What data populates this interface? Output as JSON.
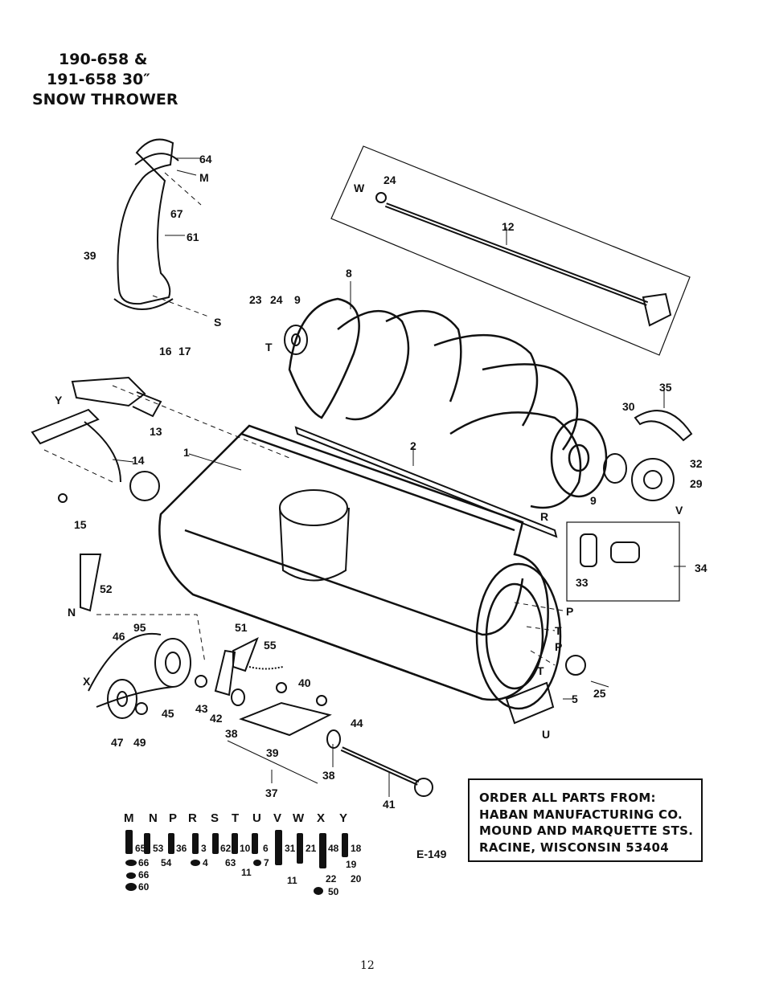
{
  "title": {
    "line1": "190-658 &",
    "line2": "191-658 30″",
    "line3": "SNOW THROWER"
  },
  "order_box": {
    "line1": "ORDER ALL PARTS FROM:",
    "line2": "HABAN MANUFACTURING CO.",
    "line3": "MOUND AND MARQUETTE STS.",
    "line4": "RACINE, WISCONSIN 53404"
  },
  "drawing_code": "E-149",
  "page_number": "12",
  "hardware_letters": [
    "M",
    "N",
    "P",
    "R",
    "S",
    "T",
    "U",
    "V",
    "W",
    "X",
    "Y"
  ],
  "part_labels": {
    "p64": "64",
    "pM1": "M",
    "p67": "67",
    "p61": "61",
    "p39a": "39",
    "pS": "S",
    "p23": "23",
    "p24a": "24",
    "p9a": "9",
    "pT1": "T",
    "p8": "8",
    "pW": "W",
    "p24b": "24",
    "p12": "12",
    "p16": "16",
    "p17": "17",
    "pY": "Y",
    "p13": "13",
    "p14": "14",
    "p15": "15",
    "p1": "1",
    "p2": "2",
    "p35": "35",
    "p30": "30",
    "p32": "32",
    "p29": "29",
    "p9b": "9",
    "pV": "V",
    "pR": "R",
    "p34": "34",
    "p33": "33",
    "p52": "52",
    "pN": "N",
    "p95": "95",
    "p46": "46",
    "pX": "X",
    "p47": "47",
    "p49": "49",
    "p45": "45",
    "p51": "51",
    "p55": "55",
    "p43": "43",
    "p42": "42",
    "p40": "40",
    "p38a": "38",
    "p39b": "39",
    "p37": "37",
    "p38b": "38",
    "p44": "44",
    "p41": "41",
    "pP1": "P",
    "pT2": "T",
    "pP2": "P",
    "pT3": "T",
    "p25": "25",
    "p5": "5",
    "pU": "U"
  },
  "hardware_numbers": [
    "65",
    "53",
    "36",
    "3",
    "62",
    "10",
    "6",
    "31",
    "21",
    "48",
    "18",
    "66",
    "54",
    "4",
    "63",
    "7",
    "19",
    "66",
    "11",
    "22",
    "20",
    "60",
    "11",
    "50"
  ]
}
